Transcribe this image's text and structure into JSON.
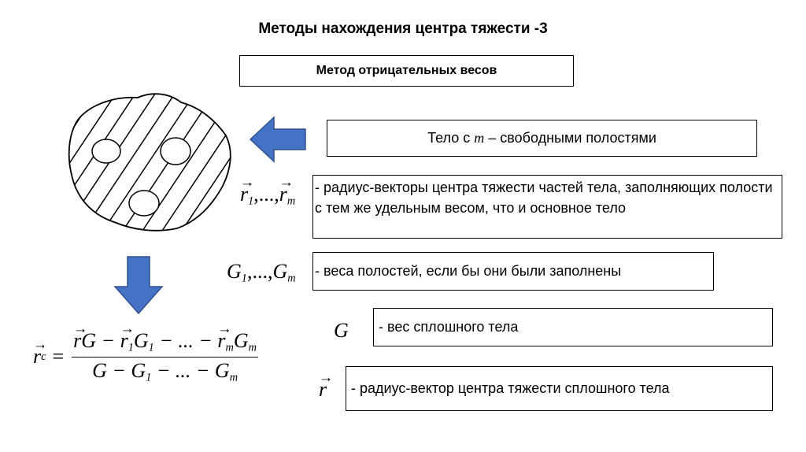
{
  "title": "Методы нахождения центра тяжести -3",
  "method": "Метод отрицательных весов",
  "body_label": {
    "prefix": "Тело с",
    "var": "m",
    "suffix": "– свободными полостями"
  },
  "radius_label": "- радиус-векторы центра тяжести частей тела, заполняющих полости с тем же удельным весом, что и основное тело",
  "weights_label": "- веса полостей, если бы они были заполнены",
  "G_label": "- вес сплошного тела",
  "r_label": "- радиус-вектор центра тяжести сплошного тела",
  "symbols": {
    "r_list": {
      "base": "r",
      "sub1": "1",
      "dots": ",...,",
      "subm": "m"
    },
    "G_list": {
      "base": "G",
      "sub1": "1",
      "dots": ",...,",
      "subm": "m"
    },
    "G": "G",
    "r": "r"
  },
  "formula": {
    "lhs": "r",
    "lhs_sub": "c",
    "eq": "=",
    "numerator": "rG − r₁G₁ − ... − rₘGₘ",
    "denominator": "G − G₁ − ... − Gₘ"
  },
  "colors": {
    "arrow_fill": "#4472c4",
    "arrow_stroke": "#2f528f"
  },
  "icons": {
    "left_arrow": "left-arrow-icon",
    "down_arrow": "down-arrow-icon"
  }
}
